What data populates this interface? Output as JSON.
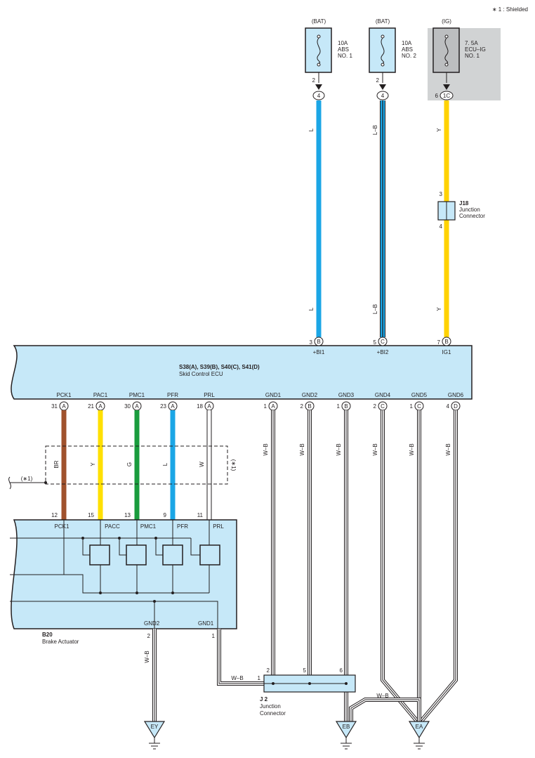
{
  "note": "∗ 1 : Shielded",
  "fuses": [
    {
      "source": "(BAT)",
      "pin": "2",
      "conn": "4",
      "label1": "10A",
      "label2": "ABS",
      "label3": "NO. 1",
      "wire": "L",
      "color": "#1ba6e6"
    },
    {
      "source": "(BAT)",
      "pin": "2",
      "conn": "4",
      "label1": "10A",
      "label2": "ABS",
      "label3": "NO. 2",
      "wire": "L–B",
      "color": "#1ba6e6"
    },
    {
      "source": "(IG)",
      "pin": "6",
      "conn": "1C",
      "label1": "7. 5A",
      "label2": "ECU–IG",
      "label3": "NO. 1",
      "wire": "Y",
      "color": "#ffd200"
    }
  ],
  "junction_j18": {
    "id": "J18",
    "name1": "Junction",
    "name2": "Connector",
    "pin_in": "3",
    "pin_out": "4"
  },
  "ecu": {
    "title": "S38(A), S39(B), S40(C), S41(D)",
    "name": "Skid Control ECU",
    "top_pins": [
      {
        "num": "3",
        "conn": "B",
        "label": "+BI1"
      },
      {
        "num": "5",
        "conn": "C",
        "label": "+BI2"
      },
      {
        "num": "7",
        "conn": "B",
        "label": "IG1"
      }
    ],
    "bottom_pins": [
      {
        "num": "31",
        "conn": "A",
        "label": "PCK1"
      },
      {
        "num": "21",
        "conn": "A",
        "label": "PAC1"
      },
      {
        "num": "30",
        "conn": "A",
        "label": "PMC1"
      },
      {
        "num": "23",
        "conn": "A",
        "label": "PFR"
      },
      {
        "num": "18",
        "conn": "A",
        "label": "PRL"
      },
      {
        "num": "1",
        "conn": "A",
        "label": "GND1"
      },
      {
        "num": "2",
        "conn": "B",
        "label": "GND2"
      },
      {
        "num": "1",
        "conn": "B",
        "label": "GND3"
      },
      {
        "num": "2",
        "conn": "C",
        "label": "GND4"
      },
      {
        "num": "1",
        "conn": "C",
        "label": "GND5"
      },
      {
        "num": "4",
        "conn": "D",
        "label": "GND6"
      }
    ]
  },
  "signal_wires": [
    {
      "code": "BR",
      "color": "#a0522d"
    },
    {
      "code": "Y",
      "color": "#ffe000"
    },
    {
      "code": "G",
      "color": "#1a9c3e"
    },
    {
      "code": "L",
      "color": "#1ba6e6"
    },
    {
      "code": "W",
      "color": "#ffffff"
    }
  ],
  "shield_label": "(∗1)",
  "ground_wire": "W–B",
  "actuator": {
    "id": "B20",
    "name": "Brake Actuator",
    "pins": [
      {
        "num": "12",
        "label": "PCK1"
      },
      {
        "num": "15",
        "label": "PACC"
      },
      {
        "num": "13",
        "label": "PMC1"
      },
      {
        "num": "9",
        "label": "PFR"
      },
      {
        "num": "11",
        "label": "PRL"
      }
    ],
    "gnd2": "GND2",
    "gnd2_pin": "2",
    "gnd1": "GND1",
    "gnd1_pin": "1"
  },
  "junction_j2": {
    "id": "J 2",
    "name1": "Junction",
    "name2": "Connector",
    "pin_in": "1",
    "pins_top": [
      "2",
      "5",
      "6"
    ]
  },
  "grounds": [
    "EY",
    "EB",
    "EA"
  ]
}
